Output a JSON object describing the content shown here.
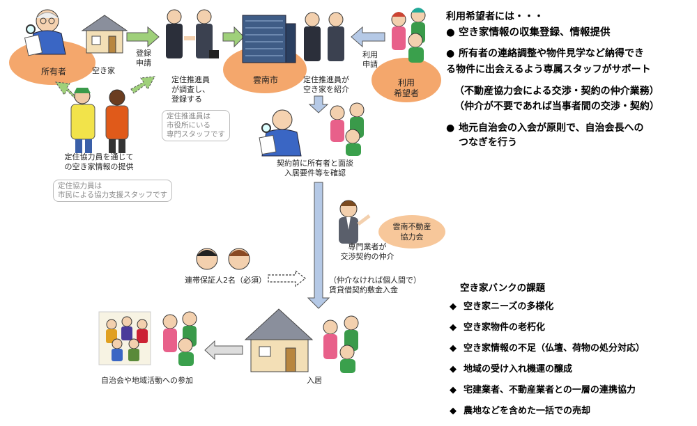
{
  "nodes": {
    "owner": "所有者",
    "vacant_house": "空き家",
    "city": "雲南市",
    "applicant": "利用\n希望者",
    "realtors": "雲南不動産\n協力会"
  },
  "arrow_labels": {
    "register": "登録\n申請",
    "use_apply": "利用\n申請"
  },
  "captions": {
    "promoter_survey": "定住推進員\nが調査し、\n登録する",
    "promoter_intro": "定住推進員が\n空き家を紹介",
    "coop_info": "定住協力員を通じて\nの空き家情報の提供",
    "meeting": "契約前に所有者と面談\n入居要件等を確認",
    "agent": "専門業者が\n交渉契約の仲介",
    "guarantors": "連帯保証人2名（必須）",
    "no_agent": "（仲介なければ個人間で）\n賃貸借契約敷金入金",
    "move_in": "入居",
    "community": "自治会や地域活動への参加"
  },
  "notes": {
    "promoter": "定住推進員は\n市役所にいる\n専門スタッフです",
    "coop": "定住協力員は\n市民による協力支援スタッフです"
  },
  "users_panel": {
    "title": "利用希望者には・・・",
    "bullet_marker": "●",
    "items": [
      "空き家情報の収集登録、情報提供",
      "所有者の連絡調整や物件見学など納得でき",
      "地元自治会の入会が原則で、自治会長への"
    ],
    "continuations": [
      "る物件に出会えるよう専属スタッフがサポート",
      "（不動産協力会による交渉・契約の仲介業務）",
      "（仲介が不要であれば当事者間の交渉・契約）",
      "つなぎを行う"
    ]
  },
  "issues_panel": {
    "title": "空き家バンクの課題",
    "bullet_marker": "◆",
    "items": [
      "空き家ニーズの多様化",
      "空き家物件の老朽化",
      "空き家情報の不足（仏壇、荷物の処分対応）",
      "地域の受け入れ機運の醸成",
      "宅建業者、不動産業者との一層の連携協力",
      "農地などを含めた一括での売却"
    ]
  },
  "colors": {
    "ellipse": "#f4a76c",
    "green_arrow": "#9fd07a",
    "blue_arrow": "#b5c9e6",
    "arrow_stroke": "#555555",
    "realtor_ellipse": "#f7c79a"
  }
}
